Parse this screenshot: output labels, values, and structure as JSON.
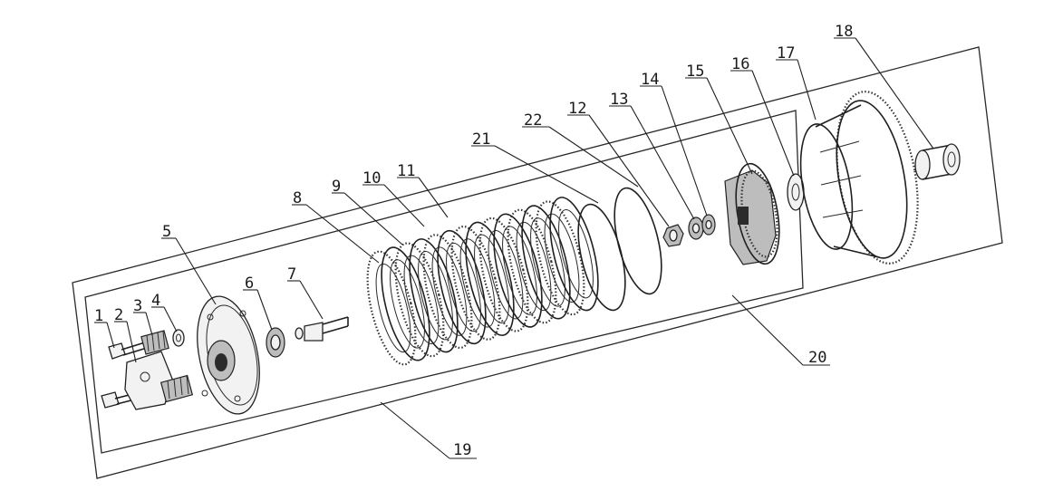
{
  "callouts": [
    {
      "id": "1",
      "label": "1"
    },
    {
      "id": "2",
      "label": "2"
    },
    {
      "id": "3",
      "label": "3"
    },
    {
      "id": "4",
      "label": "4"
    },
    {
      "id": "5",
      "label": "5"
    },
    {
      "id": "6",
      "label": "6"
    },
    {
      "id": "7",
      "label": "7"
    },
    {
      "id": "8",
      "label": "8"
    },
    {
      "id": "9",
      "label": "9"
    },
    {
      "id": "10",
      "label": "10"
    },
    {
      "id": "11",
      "label": "11"
    },
    {
      "id": "21",
      "label": "21"
    },
    {
      "id": "22",
      "label": "22"
    },
    {
      "id": "12",
      "label": "12"
    },
    {
      "id": "13",
      "label": "13"
    },
    {
      "id": "14",
      "label": "14"
    },
    {
      "id": "15",
      "label": "15"
    },
    {
      "id": "16",
      "label": "16"
    },
    {
      "id": "17",
      "label": "17"
    },
    {
      "id": "18",
      "label": "18"
    },
    {
      "id": "19",
      "label": "19"
    },
    {
      "id": "20",
      "label": "20"
    }
  ]
}
